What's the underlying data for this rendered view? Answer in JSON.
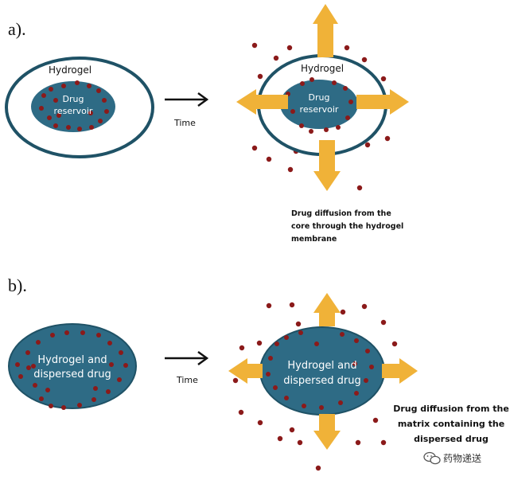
{
  "panel_a": {
    "label": "a).",
    "before": {
      "outer_label": "Hydrogel",
      "inner_line1": "Drug",
      "inner_line2": "reservoir"
    },
    "arrow_label": "Time",
    "after": {
      "outer_label": "Hydrogel",
      "inner_line1": "Drug",
      "inner_line2": "reservoir"
    },
    "caption": [
      "Drug diffusion from the",
      "core through the hydrogel",
      "membrane"
    ]
  },
  "panel_b": {
    "label": "b).",
    "before": {
      "line1": "Hydrogel and",
      "line2": "dispersed drug"
    },
    "arrow_label": "Time",
    "after": {
      "line1": "Hydrogel and",
      "line2": "dispersed drug"
    },
    "caption": [
      "Drug diffusion from the",
      "matrix containing the",
      "dispersed drug"
    ]
  },
  "watermark": {
    "text": "药物递送",
    "icon": "wechat-icon"
  },
  "colors": {
    "hydrogel_fill": "#2e6b85",
    "hydrogel_stroke": "#1f5266",
    "drug_dot": "#8b1a1a",
    "diffusion_arrow": "#f0b238",
    "time_arrow": "#111111"
  }
}
